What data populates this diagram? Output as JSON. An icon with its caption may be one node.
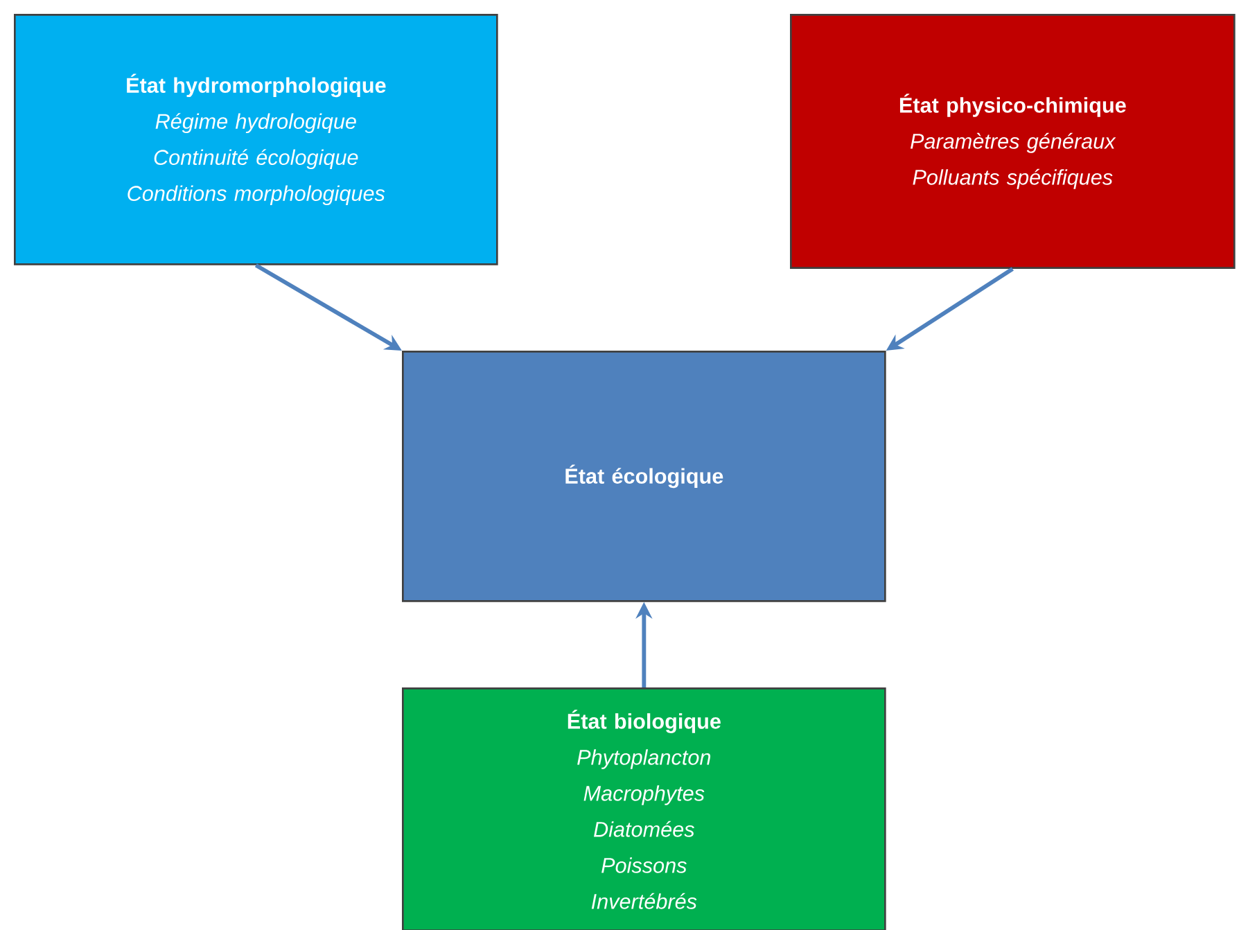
{
  "diagram": {
    "nodes": [
      {
        "text": [
          "État hydromorphologique",
          "Régime hydrologique",
          "Continuité écologique",
          "Conditions morphologiques"
        ]
      },
      {
        "text": [
          "État physico-chimique",
          "Paramètres généraux",
          "Polluants spécifiques"
        ]
      },
      {
        "text": [
          "État écologique"
        ]
      },
      {
        "text": [
          "État biologique",
          "Phytoplancton",
          "Macrophytes",
          "Diatomées",
          "Poissons",
          "Invertébrés"
        ]
      }
    ],
    "edges": [
      {
        "from": 0,
        "to": 2,
        "arrow": "to"
      },
      {
        "from": 1,
        "to": 2,
        "arrow": "to"
      },
      {
        "from": 3,
        "to": 2,
        "arrow": "to"
      }
    ]
  }
}
